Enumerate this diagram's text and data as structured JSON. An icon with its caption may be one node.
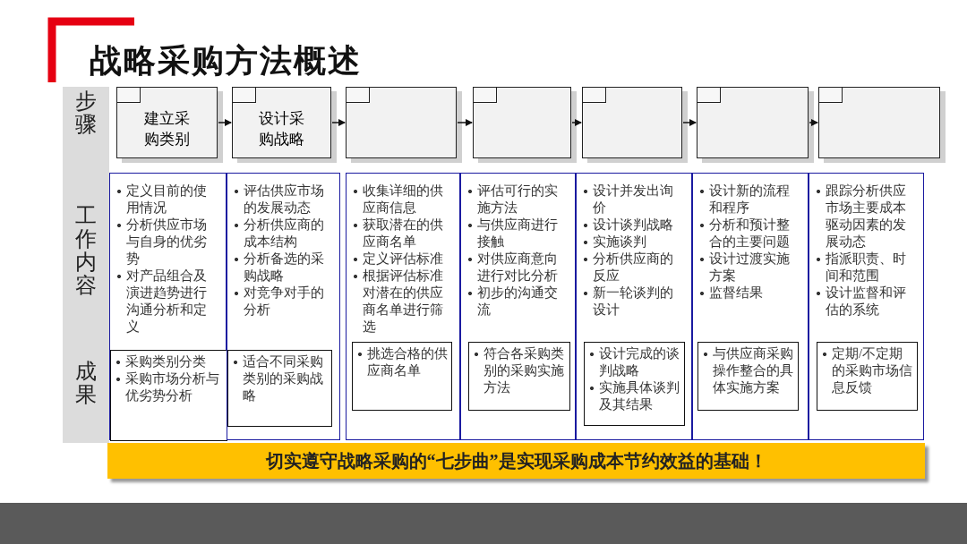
{
  "diagram": {
    "title": "战略采购方法概述",
    "nodes": [
      {
        "text": [
          "建立采购类别"
        ]
      },
      {
        "text": [
          "设计采购战略"
        ]
      },
      {
        "text": [],
        "shape": "box"
      },
      {
        "text": [],
        "shape": "box"
      },
      {
        "text": [],
        "shape": "box"
      },
      {
        "text": [],
        "shape": "box"
      },
      {
        "text": [],
        "shape": "box"
      },
      {
        "text": [
          "定义目前的使用情况",
          "分析供应市场与自身的优劣势",
          "对产品组合及演进趋势进行沟通分析和定义"
        ]
      },
      {
        "text": [
          "采购类别分类",
          "采购市场分析与优劣势分析"
        ],
        "in": 7
      },
      {
        "text": [
          "评估供应市场的发展动态",
          "分析供应商的成本结构",
          "分析备选的采购战略",
          "对竞争对手的分析"
        ]
      },
      {
        "text": [
          "适合不同采购类别的采购战略"
        ],
        "in": 9
      },
      {
        "text": [
          "收集详细的供应商信息",
          "获取潜在的供应商名单",
          "定义评估标准",
          "根据评估标准对潜在的供应商名单进行筛选"
        ]
      },
      {
        "text": [
          "挑选合格的供应商名单"
        ],
        "in": 11
      },
      {
        "text": [
          "评估可行的实施方法",
          "与供应商进行接触",
          "对供应商意向进行对比分析",
          "初步的沟通交流"
        ]
      },
      {
        "text": [
          "符合各采购类别的采购实施方法"
        ],
        "in": 13
      },
      {
        "text": [
          "设计并发出询价",
          "设计谈判战略",
          "实施谈判",
          "分析供应商的反应",
          "新一轮谈判的设计"
        ]
      },
      {
        "text": [
          "设计完成的谈判战略",
          "实施具体谈判及其结果"
        ],
        "in": 15
      },
      {
        "text": [
          "设计新的流程和程序",
          "分析和预计整合的主要问题",
          "设计过渡实施方案",
          "监督结果"
        ]
      },
      {
        "text": [
          "与供应商采购操作整合的具体实施方案"
        ],
        "in": 17
      },
      {
        "text": [
          "跟踪分析供应市场主要成本驱动因素的发展动态",
          "指派职责、时间和范围",
          "设计监督和评估的系统"
        ]
      },
      {
        "text": [
          "定期/不定期的采购市场信息反馈"
        ],
        "in": 19
      },
      {
        "text": [
          "切实遵守战略采购的“七步曲”是实现采购成本节约效益的基础！"
        ]
      }
    ],
    "edges": [
      {
        "from": 0,
        "to": 1,
        "arrow": "to"
      },
      {
        "from": 1,
        "to": 2,
        "arrow": "to"
      },
      {
        "from": 2,
        "to": 3,
        "arrow": "to"
      },
      {
        "from": 3,
        "to": 4,
        "arrow": "to"
      },
      {
        "from": 4,
        "to": 5,
        "arrow": "to"
      },
      {
        "from": 5,
        "to": 6,
        "arrow": "to"
      }
    ],
    "labels": [
      "步骤",
      "工作内容",
      "成果"
    ]
  }
}
